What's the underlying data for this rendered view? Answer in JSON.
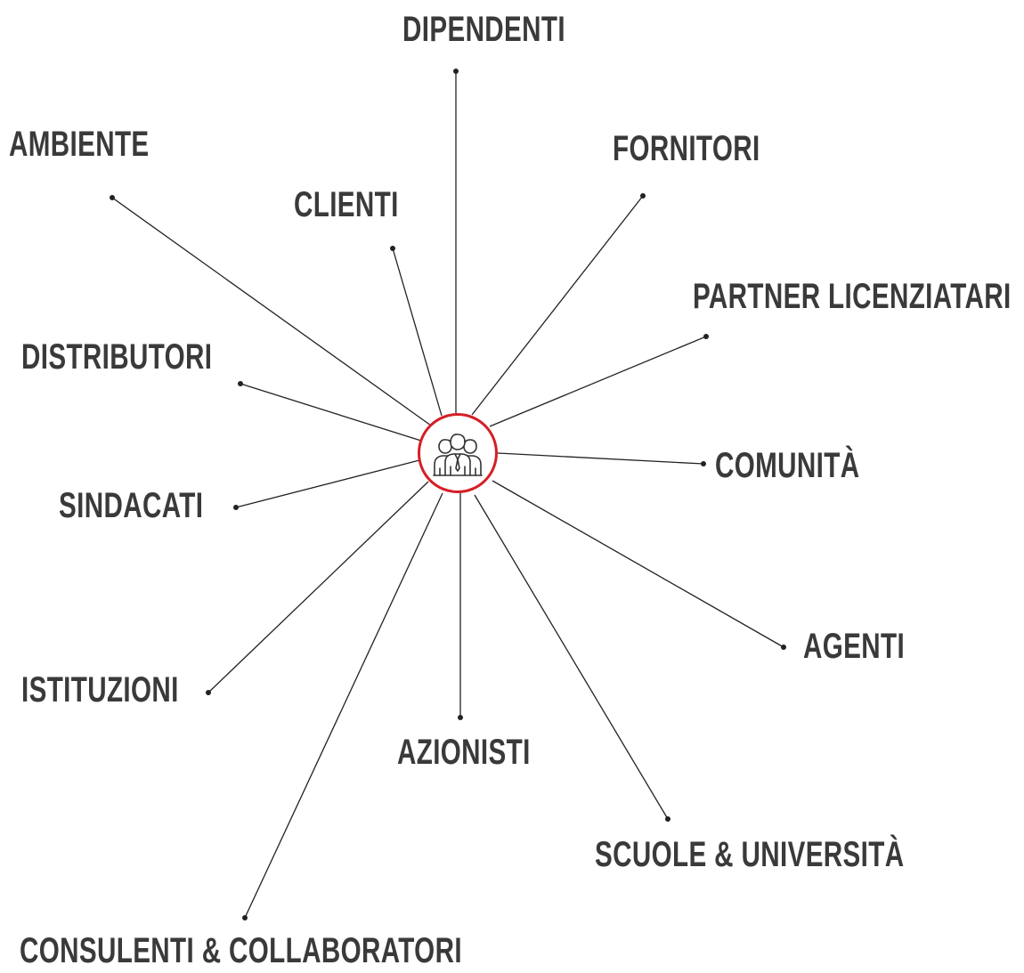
{
  "diagram": {
    "center_icon": "people-group-icon",
    "accent_color": "#d41f26",
    "line_color": "#222222",
    "text_color": "#3a3a3a",
    "labels": {
      "dipendenti": "DIPENDENTI",
      "ambiente": "AMBIENTE",
      "fornitori": "FORNITORI",
      "clienti": "CLIENTI",
      "partner_licenziatari": "PARTNER LICENZIATARI",
      "distributori": "DISTRIBUTORI",
      "comunita": "COMUNITÀ",
      "sindacati": "SINDACATI",
      "agenti": "AGENTI",
      "istituzioni": "ISTITUZIONI",
      "azionisti": "AZIONISTI",
      "scuole_universita": "SCUOLE & UNIVERSITÀ",
      "consulenti_collaboratori": "CONSULENTI & COLLABORATORI"
    }
  }
}
